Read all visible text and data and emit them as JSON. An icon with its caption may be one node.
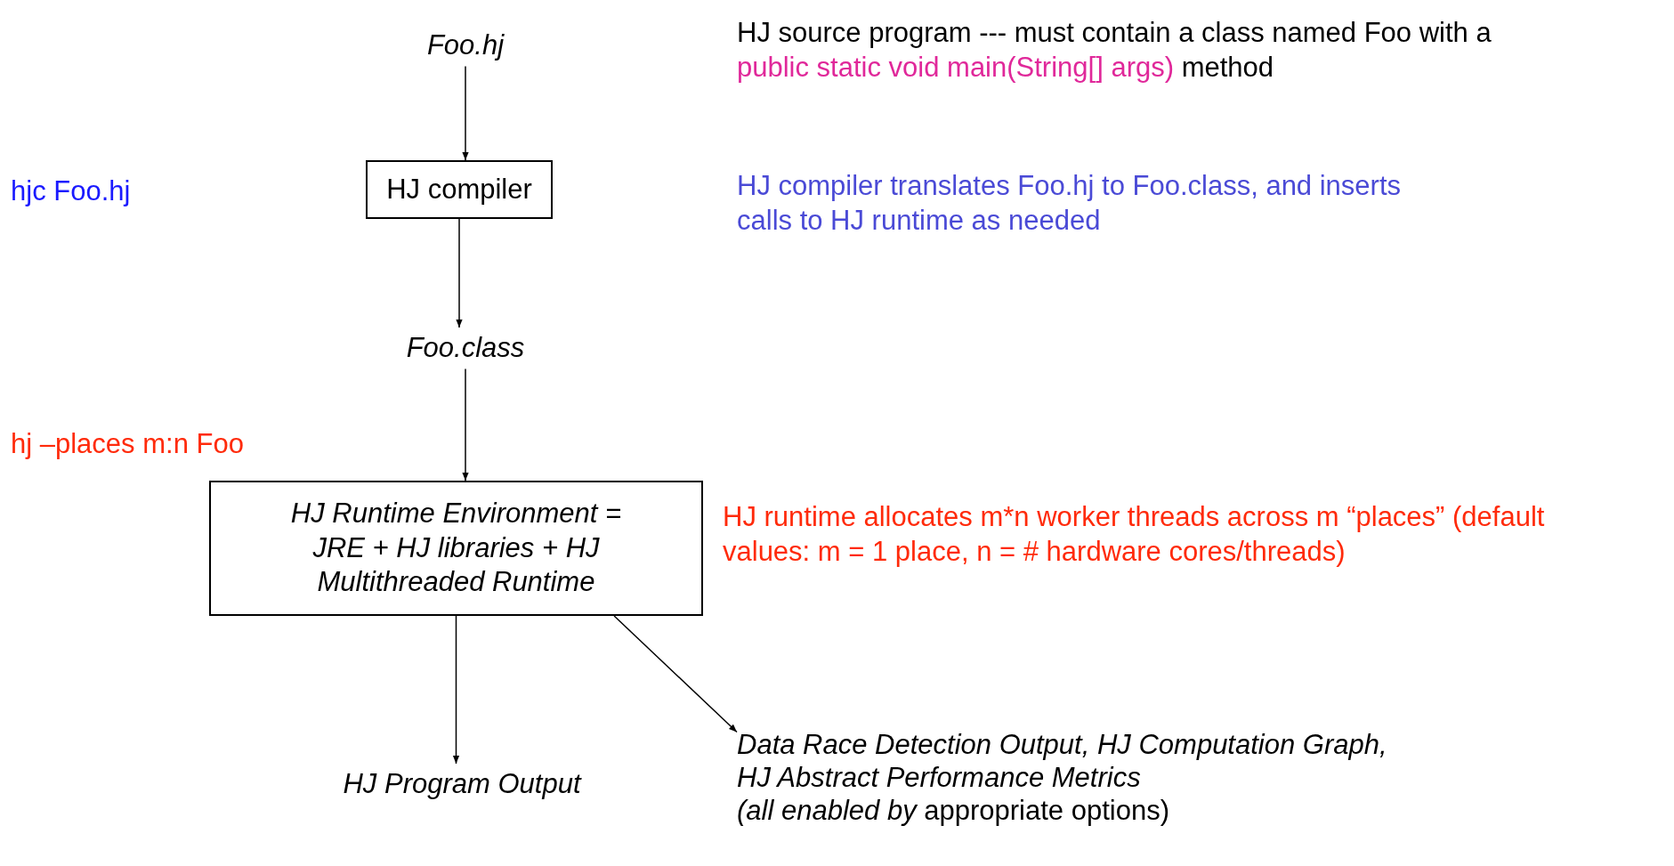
{
  "diagram": {
    "nodes": [
      {
        "text": [
          "Foo.hj"
        ]
      },
      {
        "text": [
          "HJ compiler"
        ]
      },
      {
        "text": [
          "Foo.class"
        ]
      },
      {
        "text": [
          "HJ Runtime Environment = JRE + HJ libraries + HJ Multithreaded Runtime"
        ]
      },
      {
        "text": [
          "HJ Program Output"
        ]
      },
      {
        "text": [
          "Data Race Detection Output, HJ Computation Graph, HJ Abstract Performance Metrics",
          "*(all enabled by* appropriate options)"
        ]
      }
    ],
    "edges": [
      {
        "from": 0,
        "to": 1,
        "arrow": "to"
      },
      {
        "from": 1,
        "to": 2,
        "arrow": "to"
      },
      {
        "from": 2,
        "to": 3,
        "arrow": "to"
      },
      {
        "from": 3,
        "to": 4,
        "arrow": "to"
      },
      {
        "from": 3,
        "to": 5,
        "arrow": "to"
      }
    ],
    "labels": [
      "HJ source program --- must contain a class named Foo with a",
      "public static void main(String[] args)",
      "method",
      "hjc Foo.hj",
      "HJ compiler translates Foo.hj to Foo.class, and inserts calls to HJ runtime as needed",
      "hj –places m:n Foo",
      "HJ runtime allocates m*n worker threads across m “places” (default values: m = 1 place, n = # hardware cores/threads)"
    ]
  }
}
